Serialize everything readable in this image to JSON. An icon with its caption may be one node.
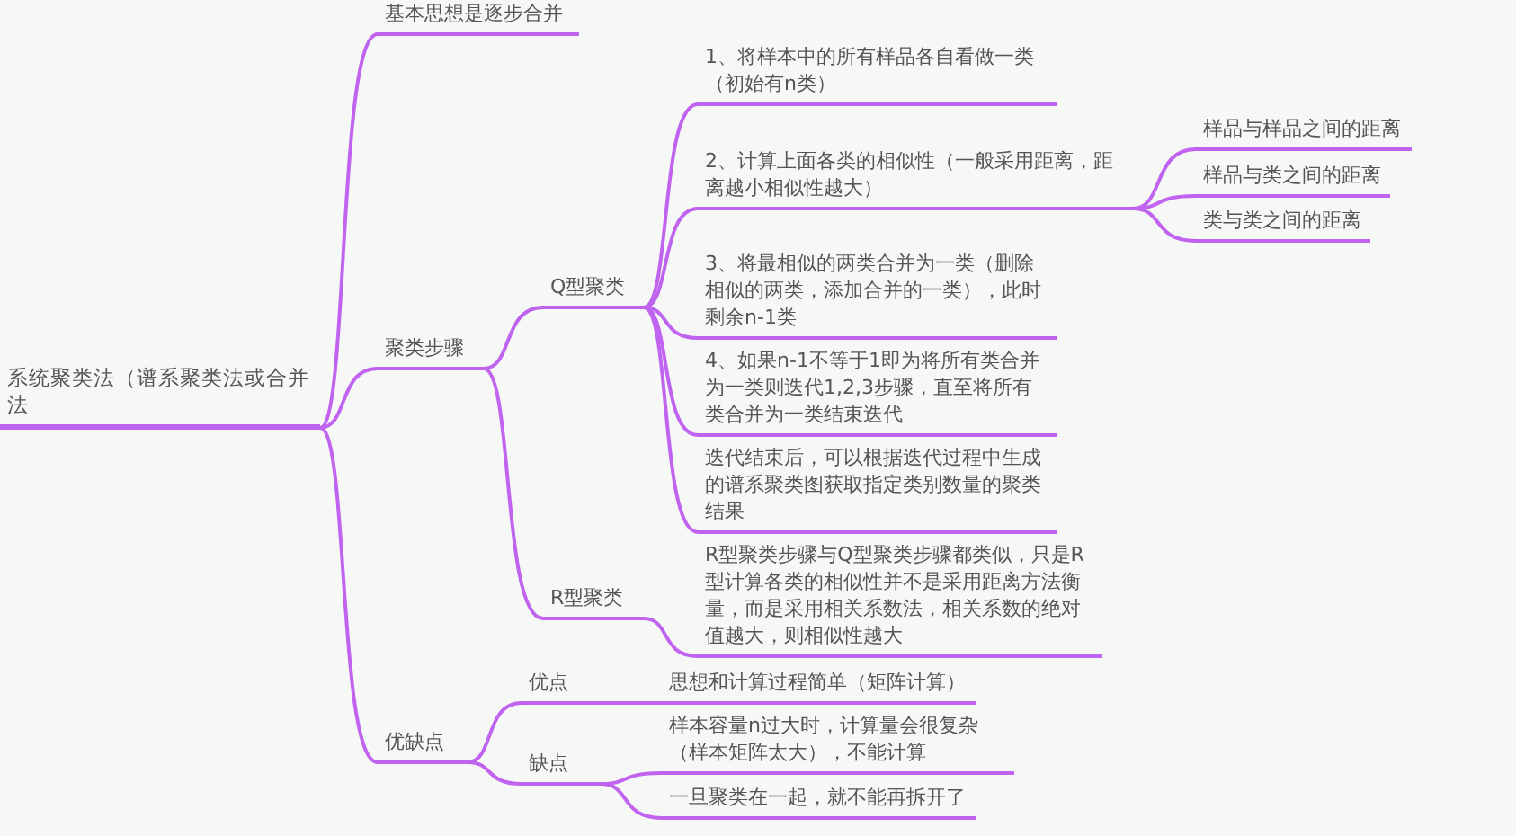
{
  "diagram": {
    "nodes": [
      {
        "text": [
          "系统聚类法（谱系聚类法或合并法"
        ]
      },
      {
        "text": [
          "基本思想是逐步合并"
        ]
      },
      {
        "text": [
          "聚类步骤"
        ]
      },
      {
        "text": [
          "Q型聚类"
        ]
      },
      {
        "text": [
          "1、将样本中的所有样品各自看做一类（初始有n类）"
        ]
      },
      {
        "text": [
          "2、计算上面各类的相似性（一般采用距离，距离越小相似性越大）"
        ]
      },
      {
        "text": [
          "样品与样品之间的距离"
        ]
      },
      {
        "text": [
          "样品与类之间的距离"
        ]
      },
      {
        "text": [
          "类与类之间的距离"
        ]
      },
      {
        "text": [
          "3、将最相似的两类合并为一类（删除相似的两类，添加合并的一类），此时剩余n-1类"
        ]
      },
      {
        "text": [
          "4、如果n-1不等于1即为将所有类合并为一类则迭代1,2,3步骤，直至将所有类合并为一类结束迭代"
        ]
      },
      {
        "text": [
          "迭代结束后，可以根据迭代过程中生成的谱系聚类图获取指定类别数量的聚类结果"
        ]
      },
      {
        "text": [
          "R型聚类"
        ]
      },
      {
        "text": [
          "R型聚类步骤与Q型聚类步骤都类似，只是R型计算各类的相似性并不是采用距离方法衡量，而是采用相关系数法，相关系数的绝对值越大，则相似性越大"
        ]
      },
      {
        "text": [
          "优缺点"
        ]
      },
      {
        "text": [
          "优点"
        ]
      },
      {
        "text": [
          "思想和计算过程简单（矩阵计算）"
        ]
      },
      {
        "text": [
          "缺点"
        ]
      },
      {
        "text": [
          "样本容量n过大时，计算量会很复杂（样本矩阵太大），不能计算"
        ]
      },
      {
        "text": [
          "一旦聚类在一起，就不能再拆开了"
        ]
      }
    ],
    "edges": [
      {
        "from": 0,
        "to": 1,
        "arrow": "none"
      },
      {
        "from": 0,
        "to": 2,
        "arrow": "none"
      },
      {
        "from": 0,
        "to": 14,
        "arrow": "none"
      },
      {
        "from": 2,
        "to": 3,
        "arrow": "none"
      },
      {
        "from": 2,
        "to": 12,
        "arrow": "none"
      },
      {
        "from": 3,
        "to": 4,
        "arrow": "none"
      },
      {
        "from": 3,
        "to": 5,
        "arrow": "none"
      },
      {
        "from": 3,
        "to": 9,
        "arrow": "none"
      },
      {
        "from": 3,
        "to": 10,
        "arrow": "none"
      },
      {
        "from": 3,
        "to": 11,
        "arrow": "none"
      },
      {
        "from": 5,
        "to": 6,
        "arrow": "none"
      },
      {
        "from": 5,
        "to": 7,
        "arrow": "none"
      },
      {
        "from": 5,
        "to": 8,
        "arrow": "none"
      },
      {
        "from": 12,
        "to": 13,
        "arrow": "none"
      },
      {
        "from": 14,
        "to": 15,
        "arrow": "none"
      },
      {
        "from": 14,
        "to": 17,
        "arrow": "none"
      },
      {
        "from": 15,
        "to": 16,
        "arrow": "none"
      },
      {
        "from": 17,
        "to": 18,
        "arrow": "none"
      },
      {
        "from": 17,
        "to": 19,
        "arrow": "none"
      }
    ]
  }
}
